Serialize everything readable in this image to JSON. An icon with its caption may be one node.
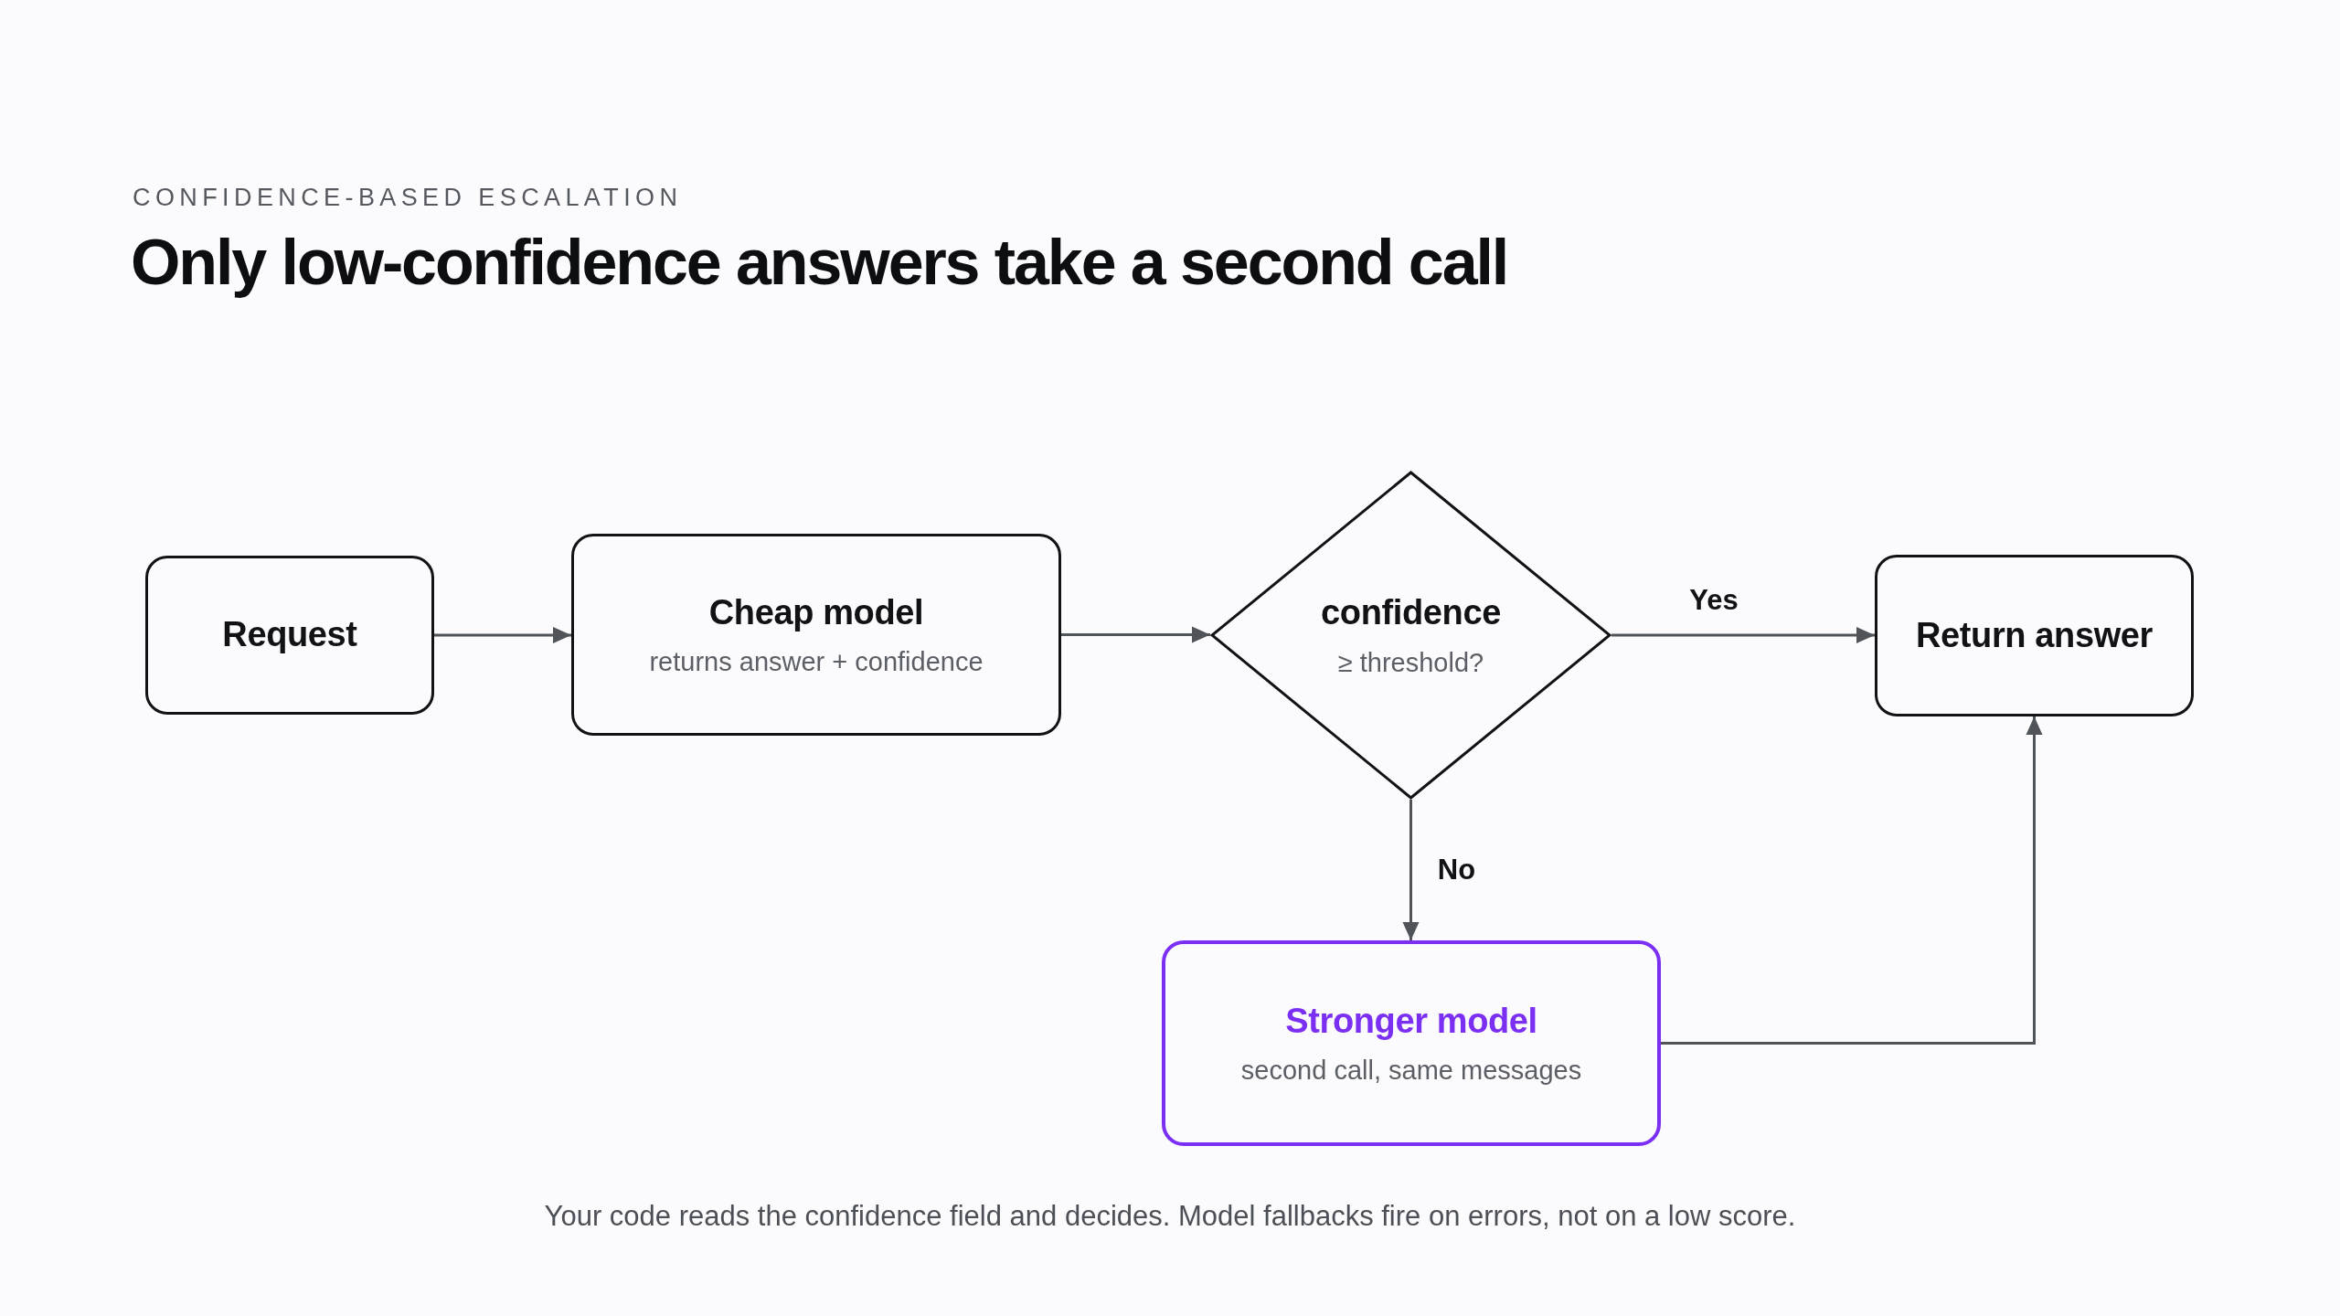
{
  "diagram": {
    "title": "Only low-confidence answers take a second call",
    "caption": "Your code reads the confidence field and decides. Model fallbacks fire on errors, not on a low score.",
    "nodes": [
      {
        "text": [
          "Request"
        ]
      },
      {
        "text": [
          "Cheap model",
          "returns answer + confidence"
        ]
      },
      {
        "text": [
          "confidence",
          "≥ threshold?"
        ]
      },
      {
        "text": [
          "Return answer"
        ]
      },
      {
        "text": [
          "Stronger model",
          "second call, same messages"
        ]
      }
    ],
    "edges": [
      {
        "from": 0,
        "to": 1,
        "arrow": "to"
      },
      {
        "from": 1,
        "to": 2,
        "arrow": "to"
      },
      {
        "from": 2,
        "to": 3,
        "arrow": "to",
        "label": "Yes"
      },
      {
        "from": 2,
        "to": 4,
        "arrow": "to",
        "label": "No"
      },
      {
        "from": 4,
        "to": 3,
        "arrow": "to"
      }
    ],
    "labels": [
      "CONFIDENCE-BASED ESCALATION"
    ]
  }
}
